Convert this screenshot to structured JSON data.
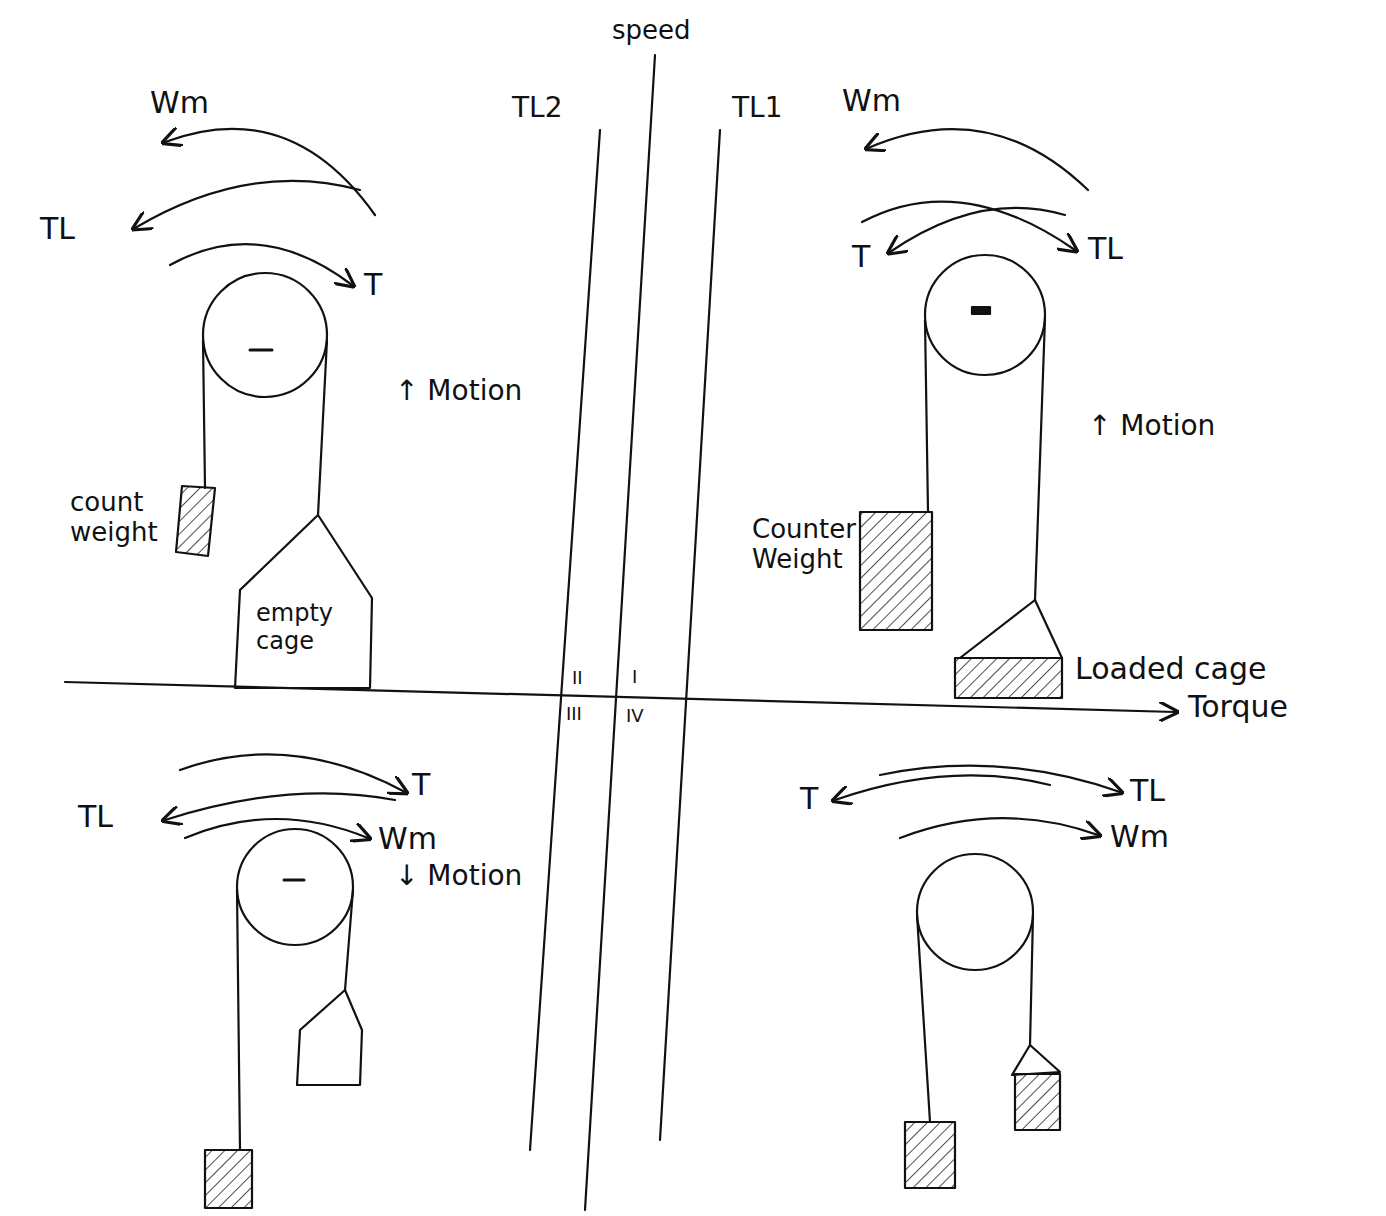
{
  "diagram": {
    "labels": [
      "Wm",
      "TL2",
      "speed",
      "TL1",
      "Wm",
      "TL",
      "T",
      "T",
      "TL",
      "count weight",
      "↑ Motion",
      "Counter Weight",
      "↑ Motion",
      "empty cage",
      "Loaded cage",
      "II",
      "I",
      "III",
      "IV",
      "Torque",
      "T",
      "TL",
      "T",
      "TL",
      "Wm",
      "Wm",
      "↓ Motion"
    ]
  }
}
